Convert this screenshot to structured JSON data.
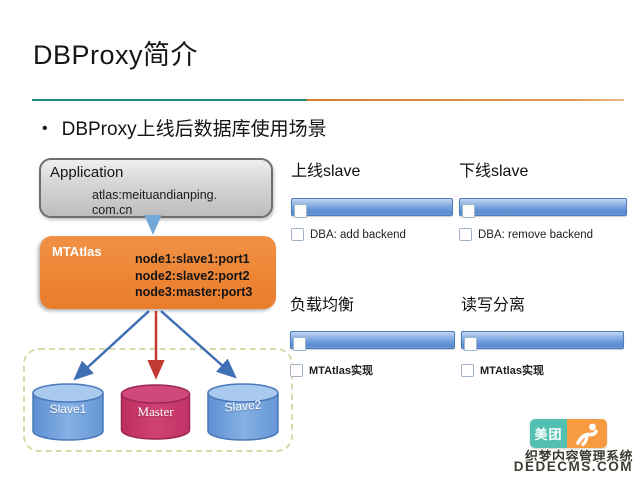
{
  "slide": {
    "title": "DBProxy简介",
    "bullet_marker": "•",
    "bullet": "DBProxy上线后数据库使用场景"
  },
  "diagram": {
    "application": {
      "title": "Application",
      "line1": "atlas:meituandianping.",
      "line2": "com.cn"
    },
    "mtatlas": {
      "title": "MTAtlas",
      "nodes": [
        "node1:slave1:port1",
        "node2:slave2:port2",
        "node3:master:port3"
      ]
    },
    "databases": [
      {
        "name": "Slave1",
        "role": "slave"
      },
      {
        "name": "Master",
        "role": "master"
      },
      {
        "name": "Slave2",
        "role": "slave"
      }
    ]
  },
  "panels": [
    {
      "title": "上线slave",
      "item": "DBA: add backend"
    },
    {
      "title": "下线slave",
      "item": "DBA: remove backend"
    },
    {
      "title": "负载均衡",
      "item": "MTAtlas实现"
    },
    {
      "title": "读写分离",
      "item": "MTAtlas实现"
    }
  ],
  "logo": {
    "text": "美团"
  },
  "watermark": {
    "line1": "织梦内容管理系统",
    "line2": "DEDECMS.COM"
  },
  "colors": {
    "divider_teal": "#168a7d",
    "divider_orange": "#d97c33",
    "application_box_gray": "#c9c9c9",
    "mtatlas_box_orange": "#ed8434",
    "bar_blue": "#6d9bda",
    "slave_cylinder_blue": "#6b9bd8",
    "master_cylinder_crimson": "#c73568",
    "arrow_blue": "#3f6fb5",
    "arrow_red": "#c23b33",
    "arrow_light_blue": "#72a8d8",
    "dashed_border_khaki": "#d6d9ab",
    "logo_teal": "#52c0b0",
    "logo_orange": "#f79b41"
  }
}
